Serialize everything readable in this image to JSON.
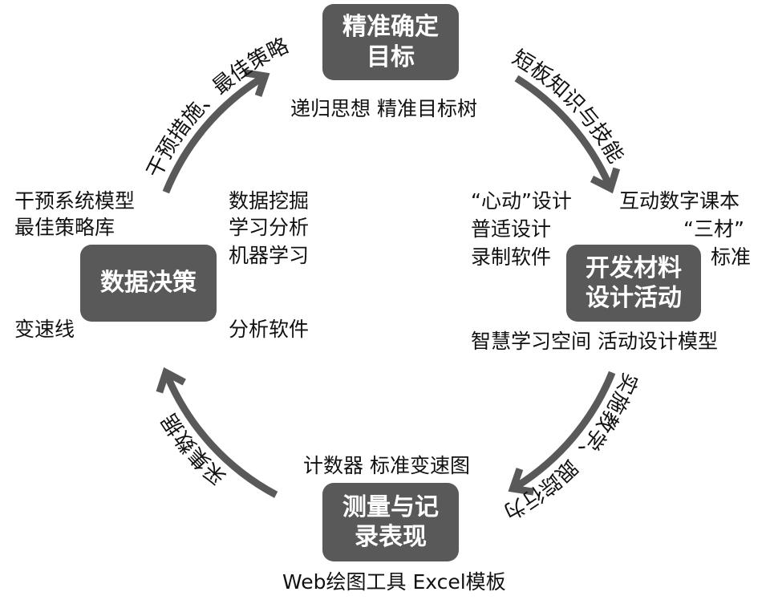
{
  "colors": {
    "box": "#595959",
    "arrow": "#595959",
    "text": "#111111"
  },
  "stages": {
    "top": "精准确定\n目标",
    "right": "开发材料\n设计活动",
    "bottom": "测量与记\n录表现",
    "left": "数据决策"
  },
  "arrows": {
    "top_right": "短板知识与技能",
    "bottom_right": "实施教学、跟踪行为",
    "bottom_left": "采集数据",
    "top_left": "干预措施、最佳策略"
  },
  "labels": {
    "top": "递归思想  精准目标树",
    "right_a1": "“心动”设计",
    "right_a2": "普适设计",
    "right_a3": "录制软件",
    "right_b1": "互动数字课本",
    "right_b2": "“三材”",
    "right_b3": "标准",
    "right_c": "智慧学习空间  活动设计模型",
    "bottom_top": "计数器  标准变速图",
    "bottom_bottom": "Web绘图工具  Excel模板",
    "left_a1": "干预系统模型",
    "left_a2": "最佳策略库",
    "left_b1": "数据挖掘",
    "left_b2": "学习分析",
    "left_b3": "机器学习",
    "left_c": "变速线",
    "left_d": "分析软件"
  }
}
